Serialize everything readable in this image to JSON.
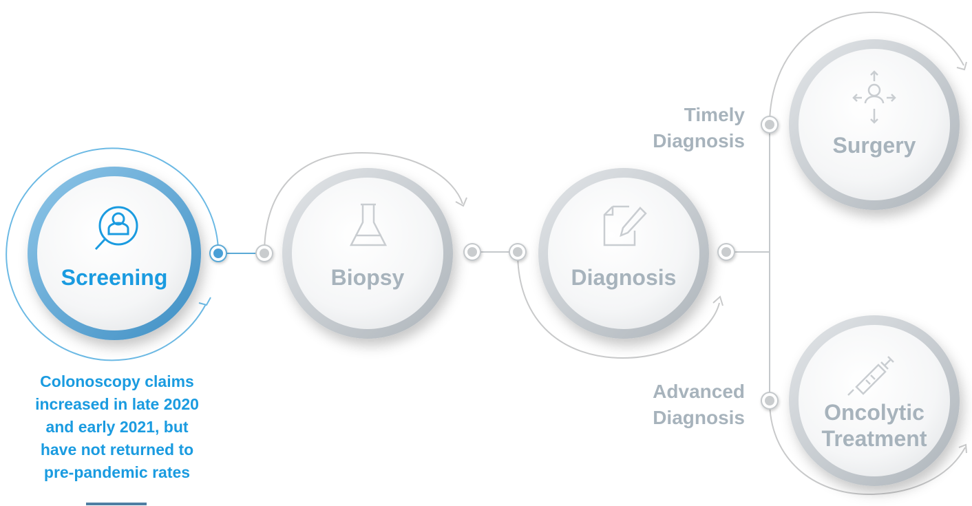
{
  "colors": {
    "active": "#1a9be0",
    "active_ring": "#6bb9e4",
    "active_circle": "#5aa9d6",
    "inactive_text": "#a7b3bc",
    "inactive_ring": "#c8c9ca",
    "inactive_rim": "#c4c9cd",
    "dot": "#c9ccce",
    "dot_ring": "#9ea3a7",
    "connector": "#c4c8cb",
    "caption_bar": "#4f7ea3"
  },
  "steps": [
    {
      "id": "screening",
      "label": "Screening",
      "icon": "person-search-icon",
      "active": true
    },
    {
      "id": "biopsy",
      "label": "Biopsy",
      "icon": "flask-icon",
      "active": false
    },
    {
      "id": "diagnosis",
      "label": "Diagnosis",
      "icon": "document-edit-icon",
      "active": false
    },
    {
      "id": "surgery",
      "label": "Surgery",
      "icon": "person-expand-icon",
      "active": false
    },
    {
      "id": "oncolytic",
      "label_lines": [
        "Oncolytic",
        "Treatment"
      ],
      "icon": "syringe-icon",
      "active": false
    }
  ],
  "branches": {
    "timely": {
      "lines": [
        "Timely",
        "Diagnosis"
      ]
    },
    "advanced": {
      "lines": [
        "Advanced",
        "Diagnosis"
      ]
    }
  },
  "caption": {
    "text": "Colonoscopy claims increased in late 2020 and early 2021, but have not returned to pre-pandemic rates"
  }
}
